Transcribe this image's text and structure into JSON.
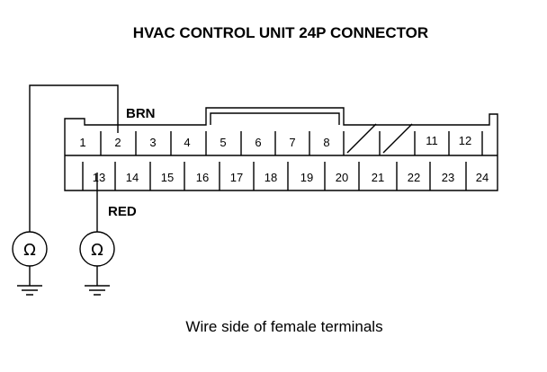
{
  "title": "HVAC CONTROL UNIT 24P CONNECTOR",
  "caption": "Wire side of female terminals",
  "wires": {
    "brn": "BRN",
    "red": "RED"
  },
  "meter_symbol": "Ω",
  "terminals_top": [
    "1",
    "2",
    "3",
    "4",
    "5",
    "6",
    "7",
    "8",
    "11",
    "12"
  ],
  "terminals_bottom": [
    "13",
    "14",
    "15",
    "16",
    "17",
    "18",
    "19",
    "20",
    "21",
    "22",
    "23",
    "24"
  ],
  "icons": {
    "meter": "ohmmeter-icon",
    "ground": "ground-icon"
  }
}
